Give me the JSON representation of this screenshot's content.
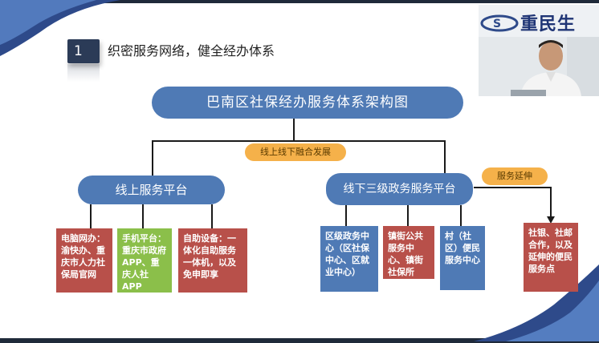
{
  "section": {
    "number": "1",
    "title": "织密服务网络，健全经办体系"
  },
  "main_title": "巴南区社保经办服务体系架构图",
  "pills": {
    "integration": "线上线下融合发展",
    "extension": "服务延伸"
  },
  "online": {
    "title": "线上服务平台",
    "boxes": [
      {
        "text": "电脑网办：渝快办、重庆市人力社保局官网"
      },
      {
        "text": "手机平台：重庆市政府APP、重庆人社APP"
      },
      {
        "text": "自助设备：一体化自助服务一体机，以及免申即享"
      }
    ]
  },
  "offline": {
    "title": "线下三级政务服务平台",
    "boxes": [
      {
        "text": "区级政务中心（区社保中心、区就业中心）"
      },
      {
        "text": "镇街公共服务中心、镇街社保所"
      },
      {
        "text": "村（社区）便民服务中心"
      }
    ]
  },
  "extension_box": {
    "text": "社银、社邮合作，以及延伸的便民服务点"
  },
  "logo": {
    "text": "重民生"
  },
  "colors": {
    "blue": "#4f7ab5",
    "red": "#b8504a",
    "green": "#8bbf4a",
    "orange": "#f5b14a",
    "navy": "#2b3b57"
  }
}
